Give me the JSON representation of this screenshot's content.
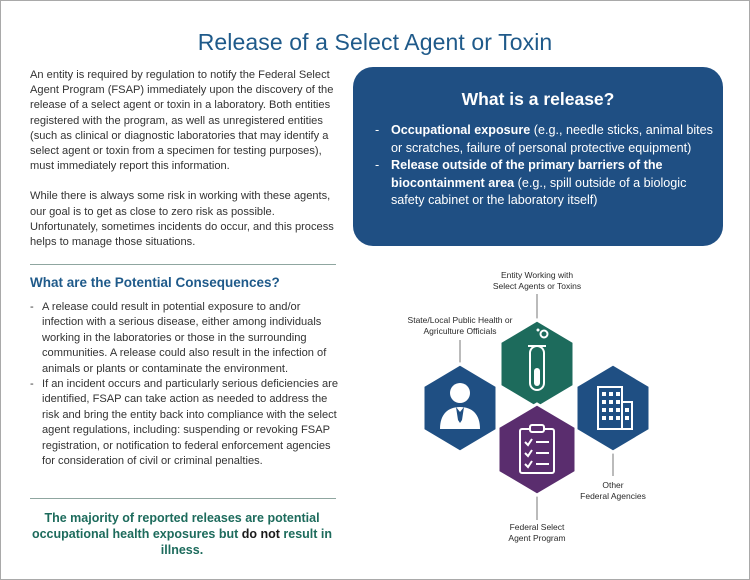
{
  "title": "Release of a Select Agent or Toxin",
  "intro": {
    "paragraph1": "An entity is required by regulation to notify the Federal Select Agent Program (FSAP) immediately upon the discovery of the release of a select agent or toxin in a laboratory. Both entities registered with the program, as well as unregistered entities (such as clinical or diagnostic laboratories that may identify a select agent or toxin from a specimen for testing purposes), must immediately report this information.",
    "paragraph2": "While there is always some risk in working with these agents, our goal is to get as close to zero risk as possible. Unfortunately, sometimes incidents do occur, and this process helps to manage those situations."
  },
  "consequences": {
    "heading": "What are the Potential Consequences?",
    "items": [
      "A release could result in potential exposure to and/or infection with a serious disease, either among individuals working in the laboratories or those in the surrounding communities. A release could also result in the infection of animals or plants or contaminate the environment.",
      "If an incident occurs and particularly serious deficiencies are identified, FSAP can take action as needed to address the risk and bring the entity back into compliance with the select agent regulations, including: suspending or revoking FSAP registration, or notification to federal enforcement agencies for consideration of civil or criminal penalties."
    ]
  },
  "callout": {
    "before": "The majority of reported releases are potential occupational health exposures but ",
    "emphasis": "do not",
    "after": " result in illness."
  },
  "release_panel": {
    "title": "What is a release?",
    "items": [
      {
        "bold": "Occupational exposure",
        "rest": " (e.g., needle sticks, animal bites or scratches, failure of personal protective equipment)"
      },
      {
        "bold": "Release outside of the primary barriers of the biocontainment area",
        "rest": " (e.g., spill outside of a biologic safety cabinet or the laboratory itself)"
      }
    ]
  },
  "diagram": {
    "entity_line1": "Entity Working with",
    "entity_line2": "Select Agents or Toxins",
    "state_line1": "State/Local Public Health or",
    "state_line2": "Agriculture Officials",
    "other_line1": "Other",
    "other_line2": "Federal Agencies",
    "fsap_line1": "Federal Select",
    "fsap_line2": "Agent Program",
    "colors": {
      "blue": "#1f4f83",
      "green": "#1d6b5c",
      "purple": "#5a2d6e"
    },
    "icons": [
      "test-tube-icon",
      "person-icon",
      "building-icon",
      "clipboard-checklist-icon"
    ]
  }
}
